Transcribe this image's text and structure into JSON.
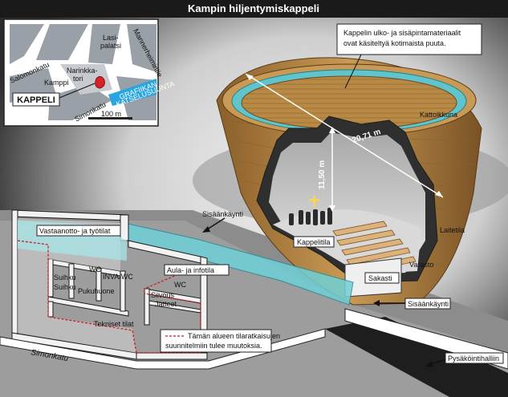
{
  "title": "Kampin hiljentymiskappeli",
  "inset_map": {
    "streets": [
      "Mannerheimintie",
      "Salomonkatu",
      "Simonkatu"
    ],
    "places": [
      "Lasi-",
      "palatsi",
      "Narinkka-",
      "tori",
      "Kamppi"
    ],
    "building_label": "KAPPELI",
    "direction_label_1": "GRAFIIKAN",
    "direction_label_2": "KATSELUSUUNTA",
    "scale": "100 m"
  },
  "callout_material": [
    "Kappelin ulko- ja sisäpintamateriaalit",
    "ovat käsiteltyä kotimaista puuta."
  ],
  "dimensions": {
    "width": "20,71 m",
    "height": "11,50 m"
  },
  "chapel_labels": {
    "skylight": "Kattoikkuna",
    "entrance_top": "Sisäänkäynti",
    "chapel_hall": "Kappelitila",
    "side_room": "Laitetila",
    "storage": "Varasto",
    "sacristy": "Sakasti",
    "entrance_bottom": "Sisäänkäynti"
  },
  "floor_labels": {
    "reception": "Vastaanotto- ja työtilat",
    "lobby": "Aula- ja infotila",
    "wc1": "WC",
    "inva": "INVA/WC",
    "shower1": "Suihku",
    "shower2": "Suihku",
    "dressing": "Pukuhuone",
    "wc2": "WC",
    "cleaning": "Siivous",
    "waste": "Jätteet",
    "technical": "Tekniset tilat"
  },
  "legend": [
    "Tämän alueen tilaratkaisujen",
    "suunnitelmiin tulee muutoksia."
  ],
  "street_bottom": "Simonkatu",
  "parking": "Pysäköintihalliin",
  "colors": {
    "wood": "#b98a45",
    "glass": "#6fd0d6",
    "dark": "#1e1e1e",
    "dashed": "#cc1f1f"
  }
}
